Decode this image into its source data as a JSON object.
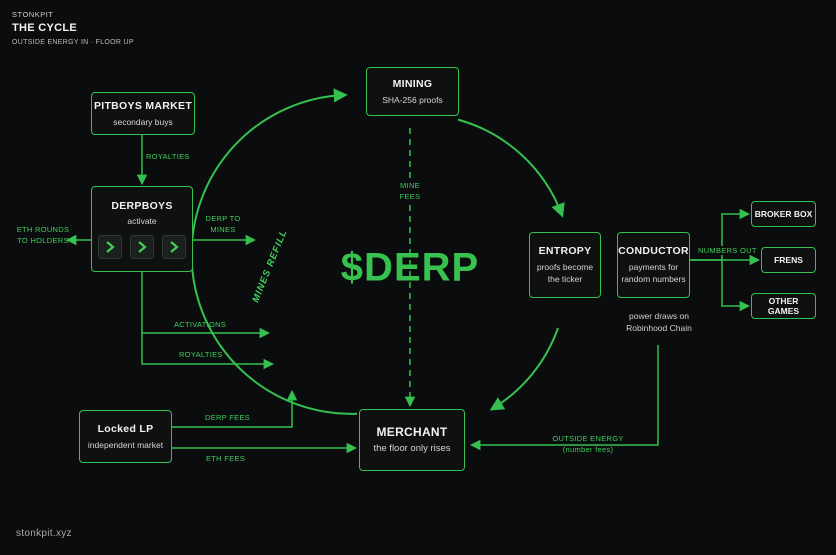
{
  "header": {
    "brand": "STONKPIT",
    "title": "THE CYCLE",
    "subtitle": "OUTSIDE ENERGY IN · FLOOR UP"
  },
  "footer": {
    "site": "stonkpit.xyz"
  },
  "center_label": "$DERP",
  "nodes": {
    "mining": {
      "title": "MINING",
      "sub": "SHA-256 proofs"
    },
    "pitboys": {
      "title": "PITBOYS MARKET",
      "sub": "secondary buys"
    },
    "derpboys": {
      "title": "DERPBOYS",
      "sub": "activate"
    },
    "entropy": {
      "title": "ENTROPY",
      "sub": "proofs become the ticker"
    },
    "conductor": {
      "title": "CONDUCTOR",
      "sub": "payments for random numbers"
    },
    "broker": {
      "title": "BROKER BOX"
    },
    "frens": {
      "title": "FRENS"
    },
    "other_games": {
      "title": "OTHER GAMES"
    },
    "locked_lp": {
      "title": "Locked LP",
      "sub": "independent market"
    },
    "merchant": {
      "title": "MERCHANT",
      "sub": "the floor only rises"
    }
  },
  "labels": {
    "royalties_top": "ROYALTIES",
    "eth_rounds_1": "ETH ROUNDS",
    "eth_rounds_2": "TO HOLDERS",
    "derp_to_1": "DERP TO",
    "derp_to_2": "MINES",
    "mine_fees_1": "MINE",
    "mine_fees_2": "FEES",
    "mines_refill": "MINES REFILL",
    "activations": "ACTIVATIONS",
    "royalties_bottom": "ROYALTIES",
    "derp_fees": "DERP FEES",
    "eth_fees": "ETH FEES",
    "numbers_out": "NUMBERS OUT",
    "outside_energy_1": "OUTSIDE ENERGY",
    "outside_energy_2": "(number fees)"
  },
  "notes": {
    "power_1": "power draws on",
    "power_2": "Robinhood Chain"
  },
  "colors": {
    "accent": "#35c04f",
    "background": "#0b0c0d",
    "box_fill": "#0e1110"
  },
  "icons": [
    "chevron-right-icon",
    "chevron-right-icon",
    "chevron-right-icon"
  ]
}
